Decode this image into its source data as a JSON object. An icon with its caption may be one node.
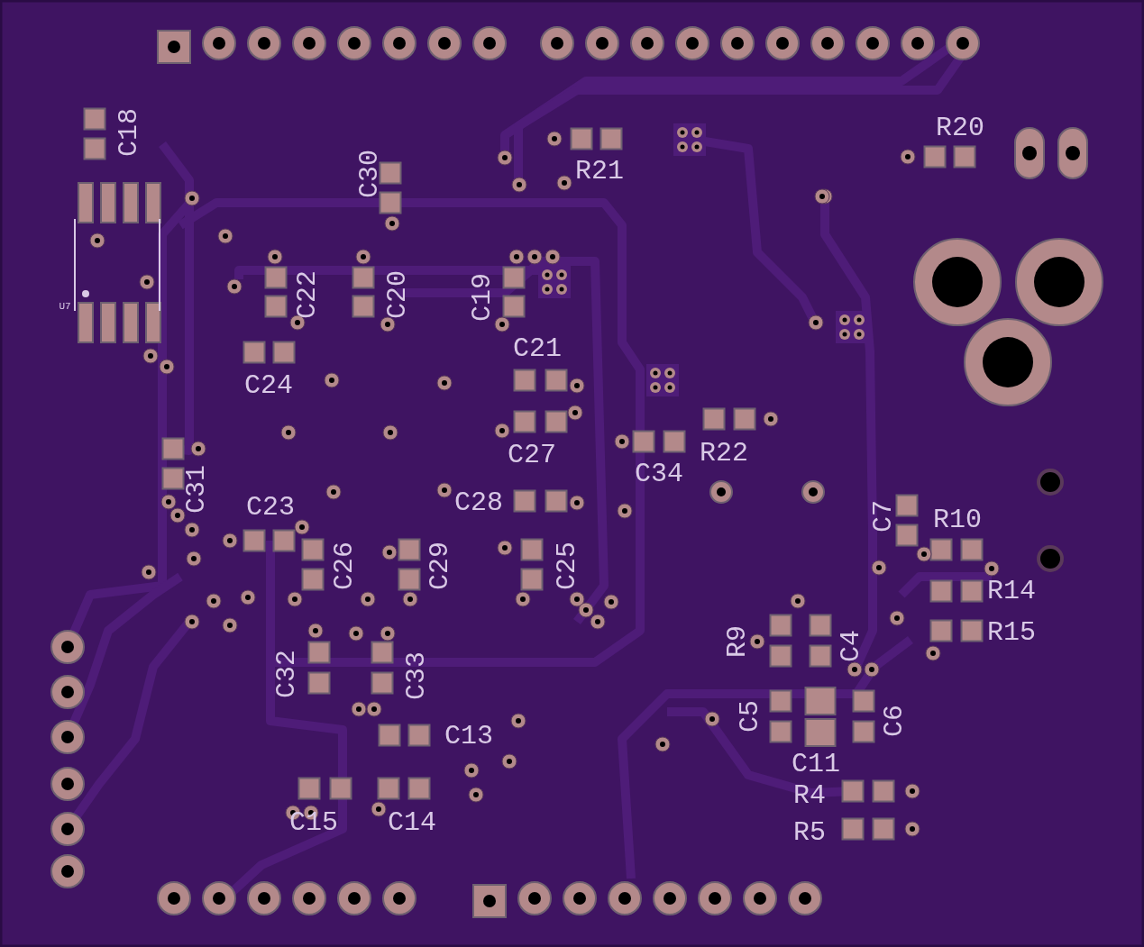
{
  "diagram": {
    "labels": [
      "C18",
      "C30",
      "R21",
      "R20",
      "C22",
      "C20",
      "C19",
      "U7",
      "C21",
      "C24",
      "C27",
      "R22",
      "C34",
      "C31",
      "C23",
      "C28",
      "C7",
      "R10",
      "C26",
      "C29",
      "C25",
      "R14",
      "R15",
      "R9",
      "C4",
      "C32",
      "C33",
      "C5",
      "C6",
      "C13",
      "C11",
      "R4",
      "C15",
      "C14",
      "R5"
    ]
  }
}
